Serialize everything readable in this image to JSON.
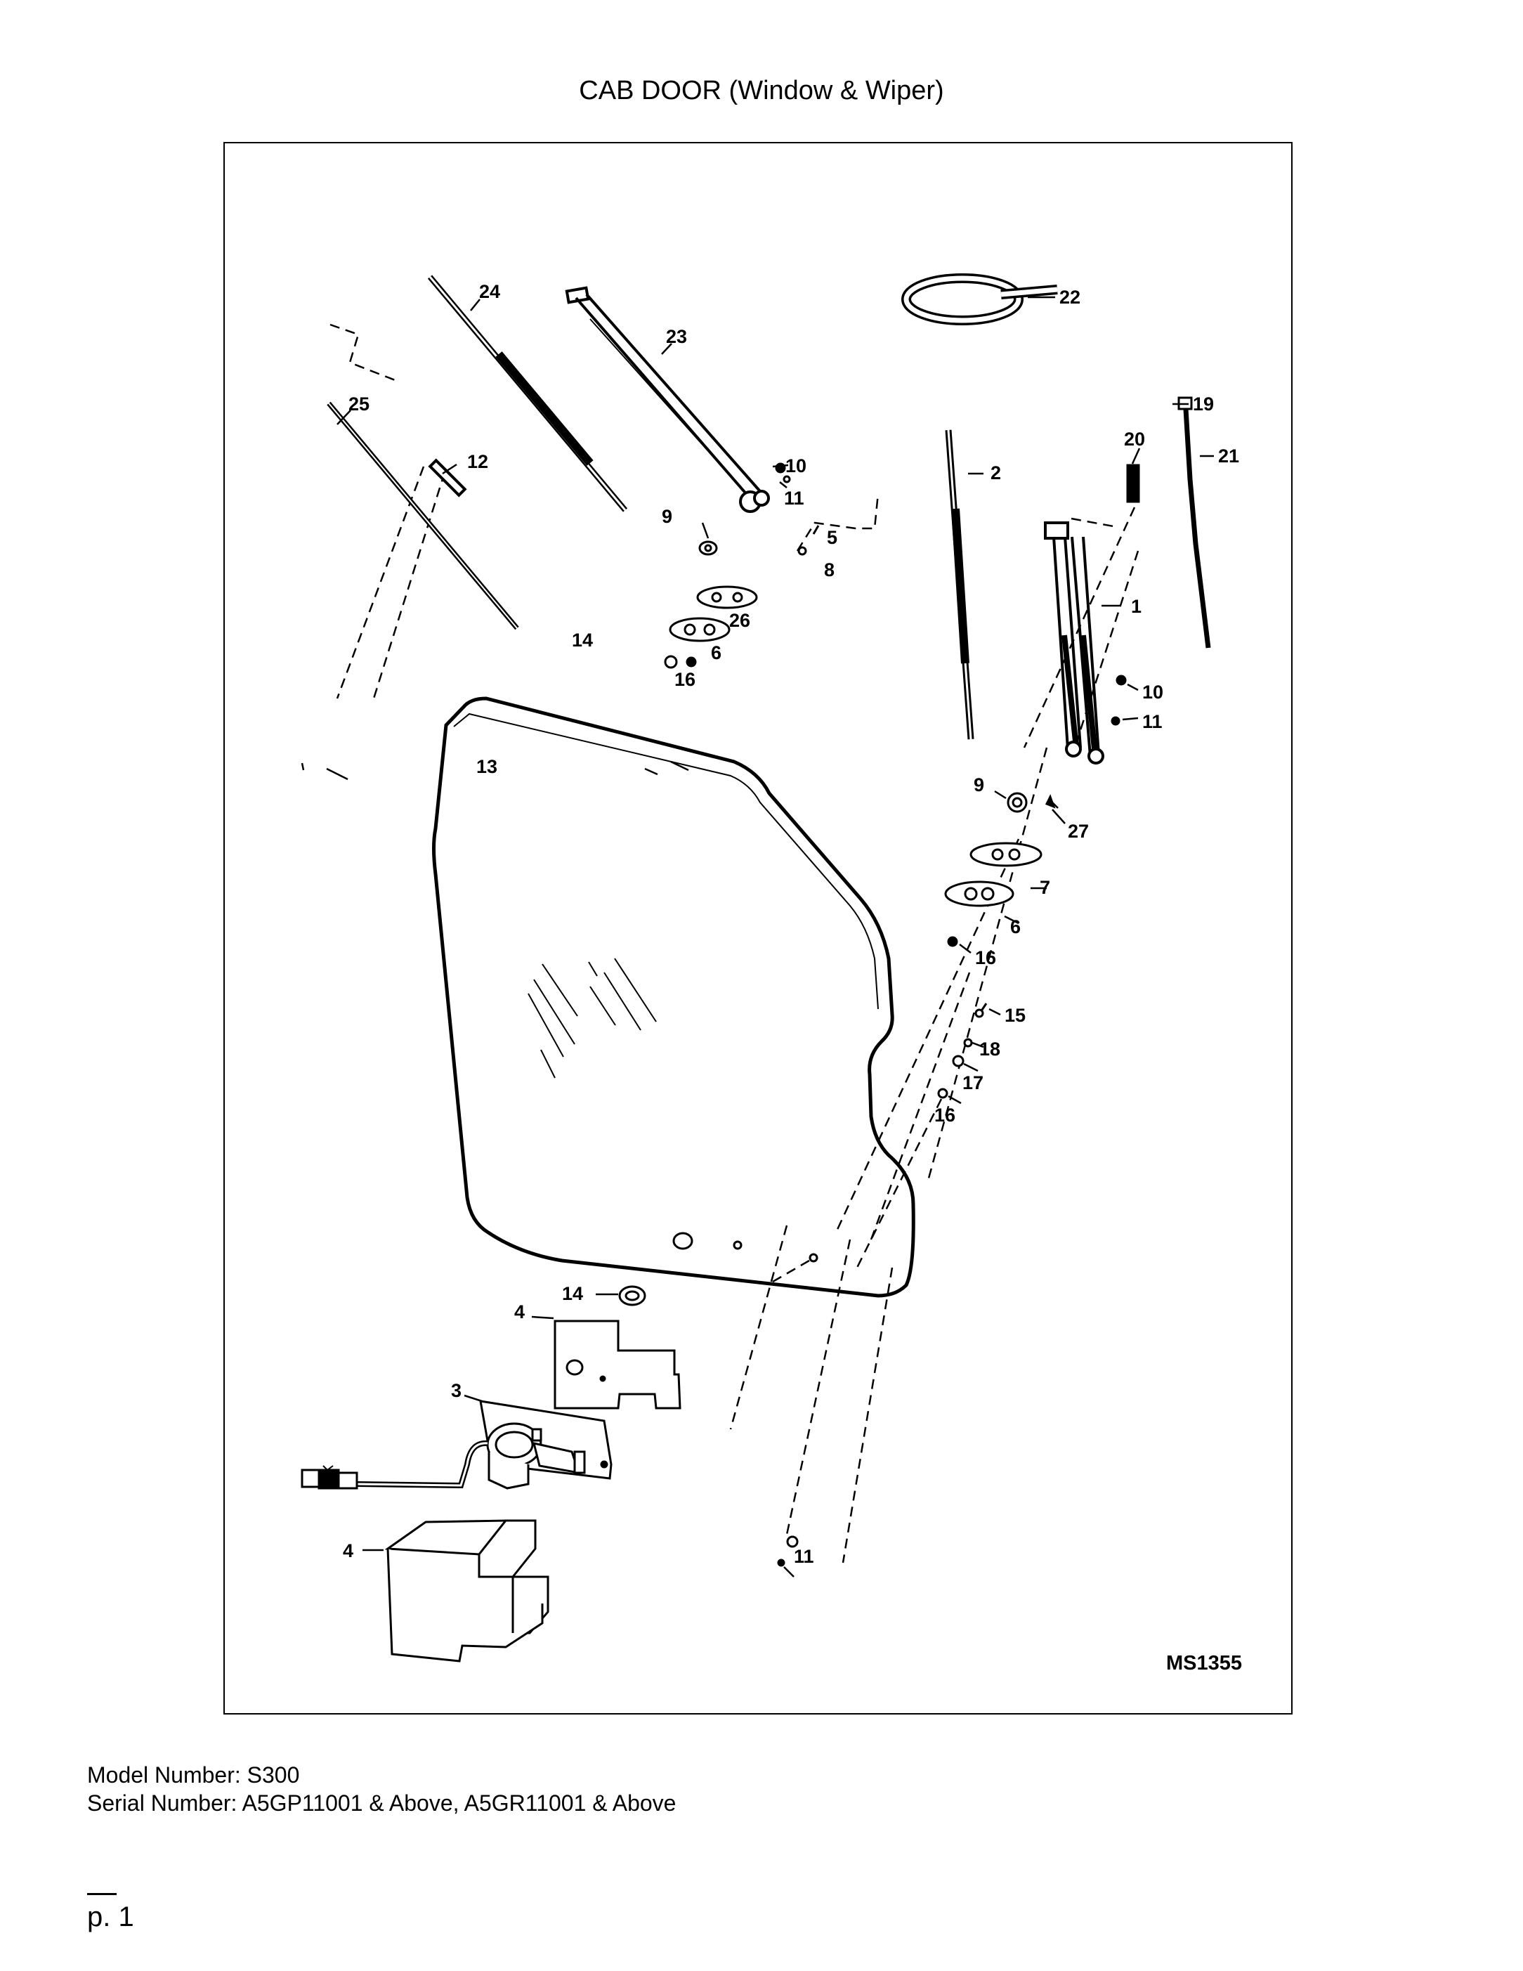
{
  "page": {
    "title": "CAB DOOR (Window & Wiper)",
    "model_line": "Model Number: S300",
    "serial_line": "Serial Number: A5GP11001 & Above, A5GR11001 & Above",
    "page_number": "p. 1"
  },
  "diagram": {
    "code": "MS1355",
    "callouts": {
      "c1": "1",
      "c2": "2",
      "c3": "3",
      "c4a": "4",
      "c4b": "4",
      "c5": "5",
      "c6a": "6",
      "c6b": "6",
      "c7": "7",
      "c8": "8",
      "c9a": "9",
      "c9b": "9",
      "c10a": "10",
      "c10b": "10",
      "c11a": "11",
      "c11b": "11",
      "c11c": "11",
      "c12": "12",
      "c13": "13",
      "c14a": "14",
      "c14b": "14",
      "c15": "15",
      "c16a": "16",
      "c16b": "16",
      "c16c": "16",
      "c17": "17",
      "c18": "18",
      "c19": "19",
      "c20": "20",
      "c21": "21",
      "c22": "22",
      "c23": "23",
      "c24": "24",
      "c25": "25",
      "c26": "26",
      "c27": "27"
    }
  }
}
